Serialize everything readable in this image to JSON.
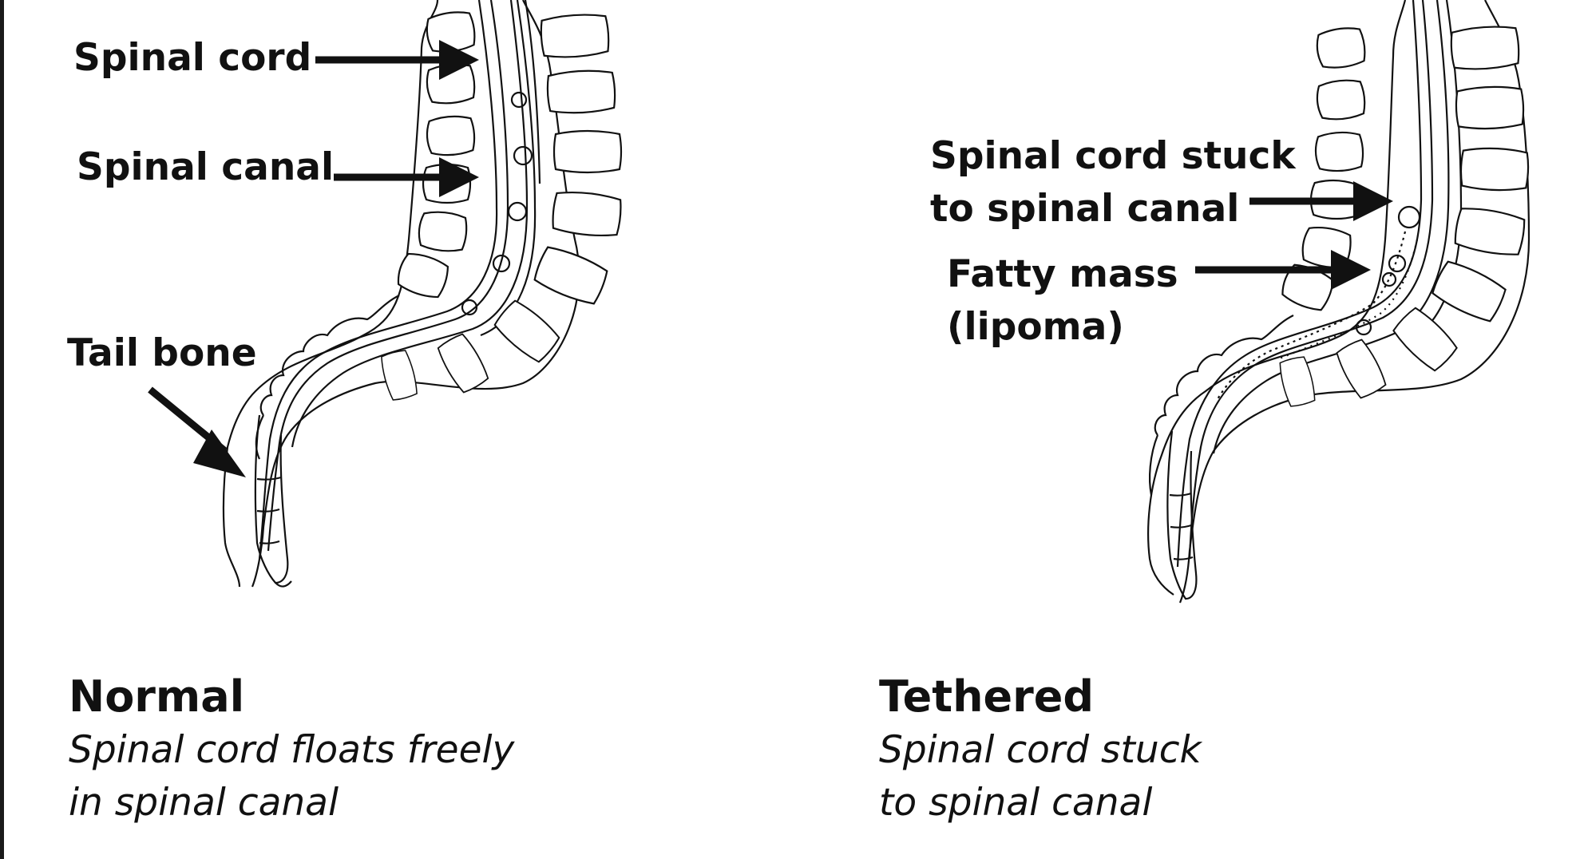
{
  "normal": {
    "labels": {
      "spinal_cord": "Spinal cord",
      "spinal_canal": "Spinal canal",
      "tail_bone": "Tail bone"
    },
    "title": "Normal",
    "caption_line1": "Spinal cord floats freely",
    "caption_line2": "in spinal canal"
  },
  "tethered": {
    "labels": {
      "stuck_line1": "Spinal cord stuck",
      "stuck_line2_prefix": "to spinal ",
      "stuck_line2_word": "canal",
      "fatty_line1": "Fatty mass",
      "fatty_line2": "(lipoma)"
    },
    "title": "Tethered",
    "caption_line1": "Spinal cord stuck",
    "caption_line2": "to spinal canal"
  },
  "colors": {
    "ink": "#111111",
    "spellcheck_underline": "#4b74c9"
  },
  "icons": [
    "arrow-icon"
  ]
}
